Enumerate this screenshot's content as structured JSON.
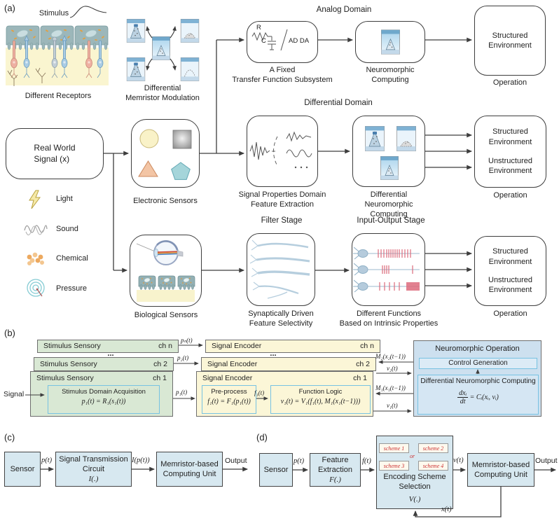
{
  "colors": {
    "green_box": "#d9e8d4",
    "yellow_box": "#fbf6d7",
    "blue_box": "#cde0ef",
    "inner_border": "#77c2e2",
    "panel_blue": "#d7e8f0",
    "scheme_red": "#cc3333",
    "spike_red": "#dd6b7c",
    "teal_tissue": "#9cb7ba",
    "arrow": "#3d3d3d"
  },
  "panel_labels": {
    "a": "(a)",
    "b": "(b)",
    "c": "(c)",
    "d": "(d)"
  },
  "a": {
    "stimulus": "Stimulus",
    "different_receptors": "Different Receptors",
    "memristor_mod_1": "Differential",
    "memristor_mod_2": "Memristor Modulation",
    "analog_domain": "Analog Domain",
    "differential_domain": "Differential Domain",
    "filter_stage": "Filter Stage",
    "io_stage": "Input-Output Stage",
    "real_world_1": "Real World",
    "real_world_2": "Signal (x)",
    "electronic_sensors": "Electronic Sensors",
    "biological_sensors": "Biological Sensors",
    "fixed_tf_1": "A Fixed",
    "fixed_tf_2": "Transfer Function Subsystem",
    "neuro_comp_1": "Neuromorphic",
    "neuro_comp_2": "Computing",
    "signal_props_1": "Signal Properties Domain",
    "signal_props_2": "Feature Extraction",
    "diff_nc_1": "Differential",
    "diff_nc_2": "Neuromorphic Computing",
    "syn_driven_1": "Synaptically Driven",
    "syn_driven_2": "Feature Selectivity",
    "diff_func_1": "Different Functions",
    "diff_func_2": "Based on Intrinsic Properties",
    "structured": "Structured",
    "unstructured": "Unstructured",
    "environment": "Environment",
    "operation": "Operation",
    "circuit": {
      "r": "R",
      "c": "C",
      "adda": "AD DA"
    },
    "legend": [
      {
        "icon": "lightning-icon",
        "label": "Light"
      },
      {
        "icon": "sound-wave-icon",
        "label": "Sound"
      },
      {
        "icon": "chemical-dots-icon",
        "label": "Chemical"
      },
      {
        "icon": "pressure-rings-icon",
        "label": "Pressure"
      }
    ]
  },
  "b": {
    "signal": "Signal",
    "stimulus_sensory": "Stimulus Sensory",
    "signal_encoder": "Signal Encoder",
    "ch1": "ch 1",
    "ch2": "ch 2",
    "chn": "ch n",
    "dots": "...",
    "sda_title": "Stimulus Domain Acquisition",
    "sda_eq": "p₁(t) = R₁(s₁(t))",
    "pre_title": "Pre-process",
    "pre_eq": "f₁(t) = F₁(p₁(t))",
    "fl_title": "Function Logic",
    "fl_eq": "v₁(t) = V₁(f₁(t), M₁(x₁(t−1)))",
    "p1": "p₁(t)",
    "p2": "p₂(t)",
    "pn": "pₙ(t)",
    "f1": "f₁(t)",
    "m2": "M₂(x₂(t−1))",
    "v2": "v₂(t)",
    "m1": "M₁(x₁(t−1))",
    "v1": "v₁(t)",
    "no_title": "Neuromorphic Operation",
    "control_gen": "Control Generation",
    "dnc_title": "Differential Neuromorphic Computing",
    "eq_num": "dxᵢ",
    "eq_den": "dt",
    "eq_rhs": "= Cᵢ(xᵢ, vᵢ)"
  },
  "c": {
    "sensor": "Sensor",
    "pt": "p(t)",
    "stc_1": "Signal Transmission",
    "stc_2": "Circuit",
    "stc_3": "I(.)",
    "ipt": "I(p(t))",
    "mcu_1": "Memristor-based",
    "mcu_2": "Computing Unit",
    "output": "Output"
  },
  "d": {
    "sensor": "Sensor",
    "pt": "p(t)",
    "fe_1": "Feature",
    "fe_2": "Extraction",
    "fe_3": "F(.)",
    "ft": "f(t)",
    "schemes": [
      "scheme 1",
      "scheme 2",
      "scheme 3",
      "scheme 4"
    ],
    "or": "or",
    "ess_1": "Encoding Scheme",
    "ess_2": "Selection",
    "ess_3": "V(.)",
    "vt": "v(t)",
    "mcu_1": "Memristor-based",
    "mcu_2": "Computing Unit",
    "output": "Output",
    "xt": "x(t)"
  }
}
